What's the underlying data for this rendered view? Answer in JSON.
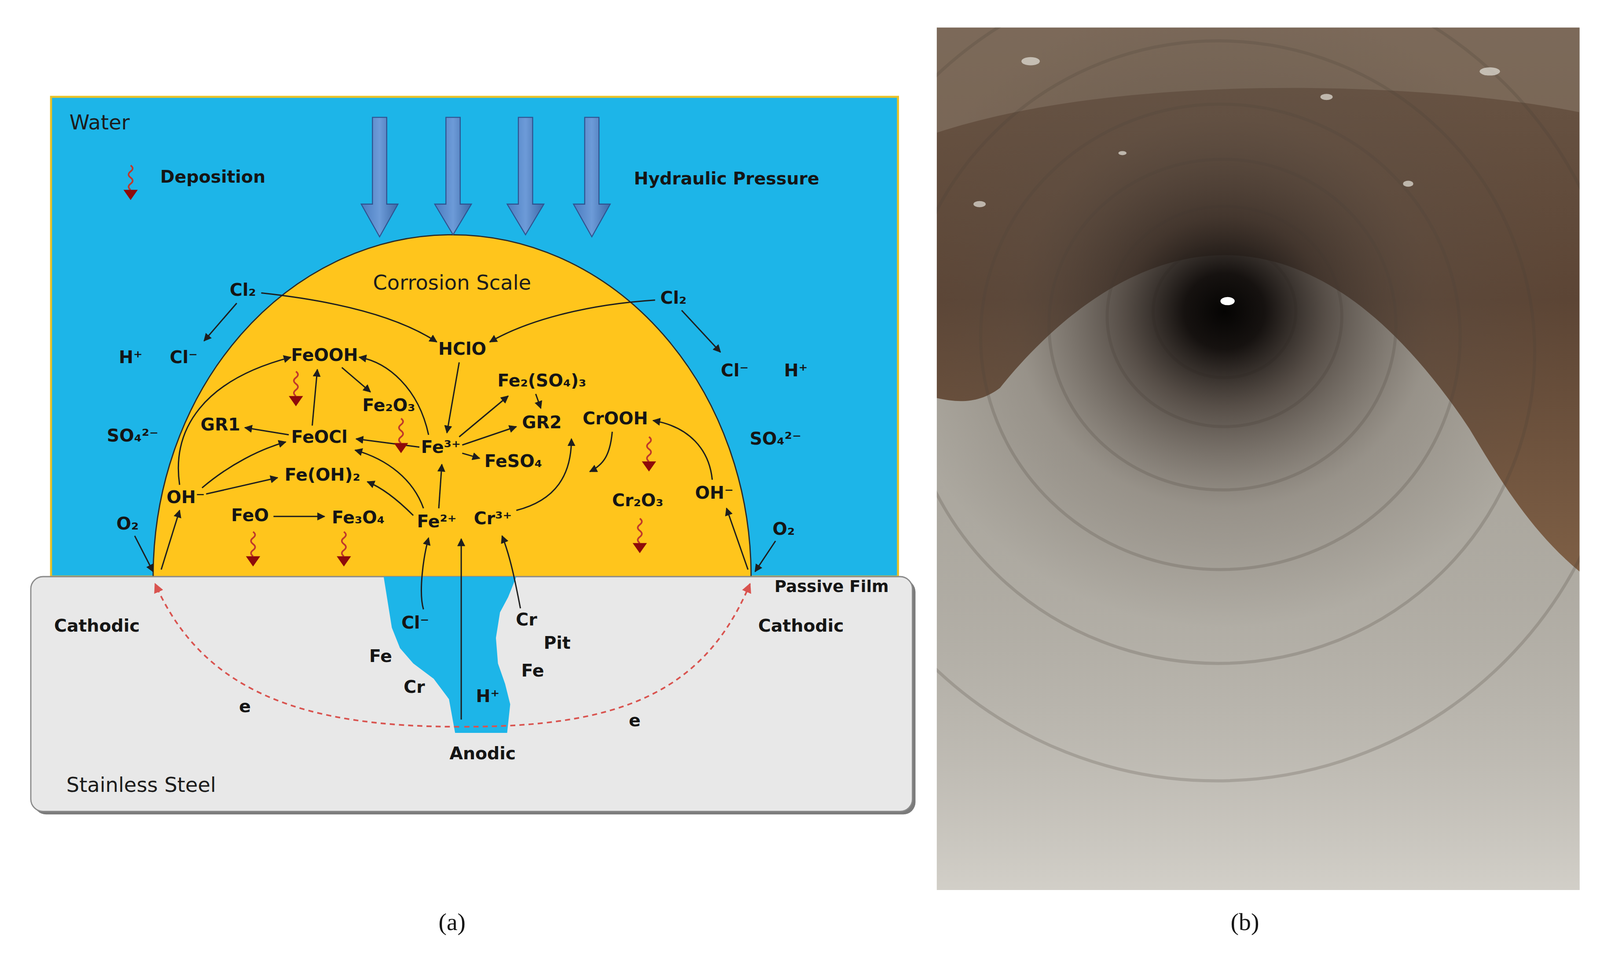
{
  "diagram": {
    "nodes": [
      {
        "text": [
          "Water"
        ]
      },
      {
        "text": [
          "Corrosion Scale"
        ],
        "in": 0
      },
      {
        "text": [
          "Stainless Steel"
        ]
      }
    ],
    "labels": [
      "Hydraulic Pressure",
      "Cl₂",
      "Cl₂",
      "HClO",
      "FeOOH",
      "H⁺",
      "Cl⁻",
      "Cl⁻",
      "H⁺",
      "Fe₂(SO₄)₃",
      "Fe₂O₃",
      "GR2",
      "CrOOH",
      "GR1",
      "SO₄²⁻",
      "SO₄²⁻",
      "FeOCl",
      "Fe³⁺",
      "FeSO₄",
      "Fe(OH)₂",
      "OH⁻",
      "OH⁻",
      "Cr₂O₃",
      "FeO",
      "Fe₃O₄",
      "Fe²⁺",
      "Cr³⁺",
      "O₂",
      "O₂",
      "Passive Film",
      "Cathodic",
      "Cathodic",
      "Cl⁻",
      "Cr",
      "Pit",
      "Fe",
      "Fe",
      "Cr",
      "H⁺",
      "e",
      "e",
      "Anodic",
      "(a)",
      "(b)"
    ],
    "legend": [
      {
        "text": "Deposition"
      }
    ]
  }
}
